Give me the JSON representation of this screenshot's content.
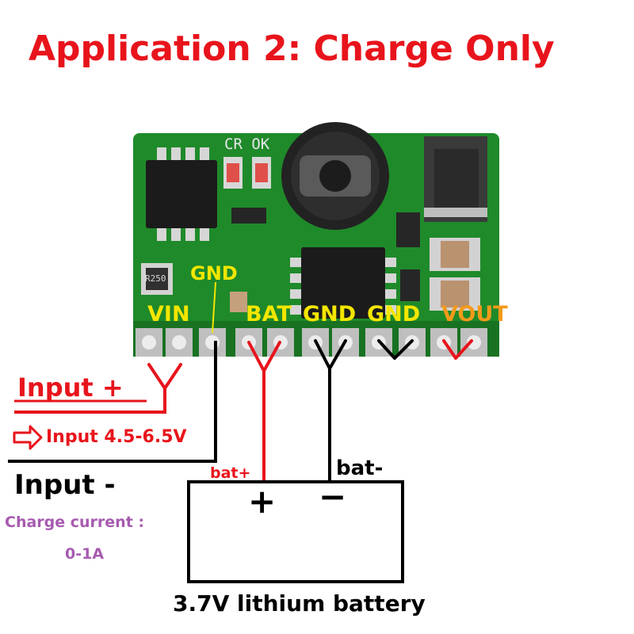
{
  "title": "Application 2: Charge Only",
  "board": {
    "led_labels": "CR OK",
    "resistor_marking": "R250",
    "pin_labels": {
      "vin": "VIN",
      "gnd_top": "GND",
      "bat": "BAT",
      "gnd1": "GND",
      "gnd2": "GND",
      "vout": "VOUT"
    }
  },
  "input": {
    "plus_label": "Input +",
    "range_label": "Input 4.5-6.5V",
    "minus_label": "Input -"
  },
  "charge": {
    "label": "Charge current :",
    "value": "0-1A"
  },
  "battery": {
    "plus_wire_label": "bat+",
    "minus_wire_label": "bat-",
    "plus_symbol": "+",
    "minus_symbol": "−",
    "label": "3.7V lithium battery"
  },
  "colors": {
    "title": "#e8141c",
    "pin_label": "#f3e600",
    "vout_label": "#f39a1a",
    "charge_text": "#a75bb0",
    "pcb": "#1f8a2a",
    "wire_red": "#e8141c",
    "wire_black": "#000000"
  },
  "icons": {
    "range_arrow": "arrow-right-outline-icon"
  }
}
